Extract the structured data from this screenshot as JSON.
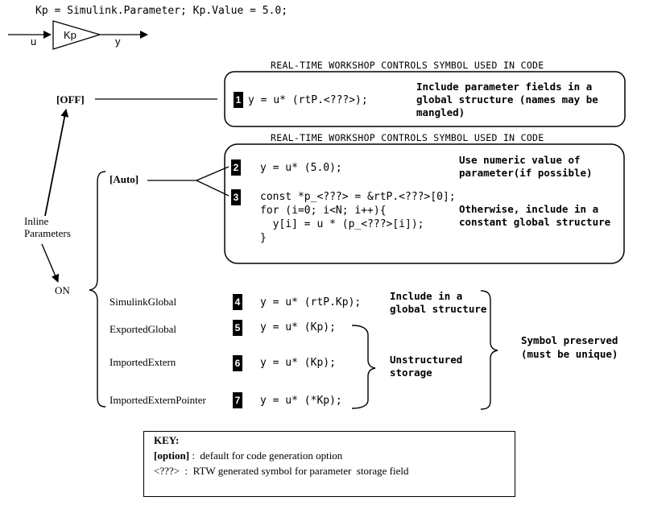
{
  "top_code": "Kp = Simulink.Parameter; Kp.Value = 5.0;",
  "block": {
    "label": "Kp",
    "input": "u",
    "output": "y"
  },
  "inline_parameters": {
    "label_line1": "Inline",
    "label_line2": "Parameters"
  },
  "off": {
    "option": "[OFF]",
    "header": "REAL-TIME WORKSHOP CONTROLS SYMBOL USED IN CODE",
    "number": "1",
    "code": "y = u* (rtP.<???>);",
    "note_line1": "Include parameter fields in a",
    "note_line2": "global structure (names may be",
    "note_line3": "mangled)"
  },
  "on": {
    "label": "ON",
    "auto": {
      "option": "[Auto]",
      "header": "REAL-TIME WORKSHOP CONTROLS SYMBOL USED IN CODE",
      "case2": {
        "number": "2",
        "code": "y = u* (5.0);",
        "note_line1": "Use numeric value of",
        "note_line2": "parameter(if possible)"
      },
      "case3": {
        "number": "3",
        "code_lines": [
          "const *p_<???> = &rtP.<???>[0];",
          "for (i=0; i<N; i++){",
          "  y[i] = u * (p_<???>[i]);",
          "}"
        ],
        "note_line1": "Otherwise, include in a",
        "note_line2": "constant global structure"
      }
    },
    "storage": [
      {
        "name": "SimulinkGlobal",
        "number": "4",
        "code": "y = u* (rtP.Kp);"
      },
      {
        "name": "ExportedGlobal",
        "number": "5",
        "code": "y = u* (Kp);"
      },
      {
        "name": "ImportedExtern",
        "number": "6",
        "code": "y = u* (Kp);"
      },
      {
        "name": "ImportedExternPointer",
        "number": "7",
        "code": "y = u* (*Kp);"
      }
    ],
    "notes": {
      "global_line1": "Include in a",
      "global_line2": "global structure",
      "unstructured_line1": "Unstructured",
      "unstructured_line2": "storage",
      "preserved_line1": "Symbol preserved",
      "preserved_line2": "(must be unique)"
    }
  },
  "key": {
    "title": "KEY:",
    "option_term": "[option]",
    "option_desc": " :  default for code generation option",
    "symbol_term": "<???>",
    "symbol_desc": "  :  RTW generated symbol for parameter  storage field"
  }
}
